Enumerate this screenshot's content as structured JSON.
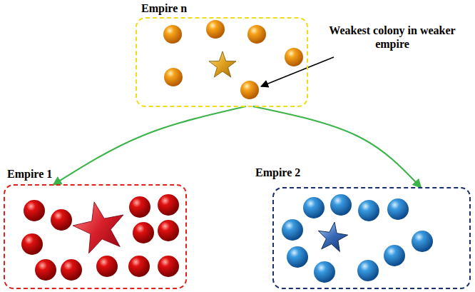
{
  "diagram": {
    "nodes": [
      {
        "text": [
          "Empire n"
        ]
      },
      {
        "text": [
          "Empire 1"
        ]
      },
      {
        "text": [
          "Empire 2"
        ]
      }
    ],
    "edges": [
      {
        "from": 0,
        "to": 1,
        "arrow": "to"
      },
      {
        "from": 0,
        "to": 2,
        "arrow": "to"
      }
    ],
    "labels": [
      "Weakest colony in weaker empire"
    ]
  }
}
